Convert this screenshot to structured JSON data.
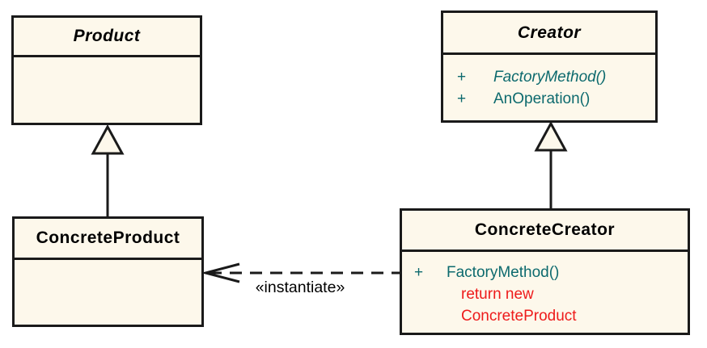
{
  "diagram": {
    "type": "uml-class-diagram",
    "pattern": "Factory Method",
    "classes": {
      "product": {
        "name": "Product",
        "abstract": true,
        "methods": []
      },
      "creator": {
        "name": "Creator",
        "abstract": true,
        "methods": [
          {
            "visibility": "+",
            "name": "FactoryMethod()",
            "abstract": true
          },
          {
            "visibility": "+",
            "name": "AnOperation()",
            "abstract": false
          }
        ]
      },
      "concrete_product": {
        "name": "ConcreteProduct",
        "abstract": false,
        "methods": []
      },
      "concrete_creator": {
        "name": "ConcreteCreator",
        "abstract": false,
        "methods": [
          {
            "visibility": "+",
            "name": "FactoryMethod()",
            "abstract": false
          }
        ],
        "code_note": [
          "return new",
          "ConcreteProduct"
        ]
      }
    },
    "relationships": [
      {
        "type": "generalization",
        "from": "ConcreteProduct",
        "to": "Product",
        "label": ""
      },
      {
        "type": "generalization",
        "from": "ConcreteCreator",
        "to": "Creator",
        "label": ""
      },
      {
        "type": "dependency",
        "from": "ConcreteCreator",
        "to": "ConcreteProduct",
        "label": "«instantiate»"
      }
    ],
    "colors": {
      "class_fill": "#FDF8EB",
      "border": "#1A1A1A",
      "method_text": "#0D6A6E",
      "code_note_text": "#EE1B1B",
      "title_text": "#000000",
      "background": "#FFFFFF"
    }
  }
}
